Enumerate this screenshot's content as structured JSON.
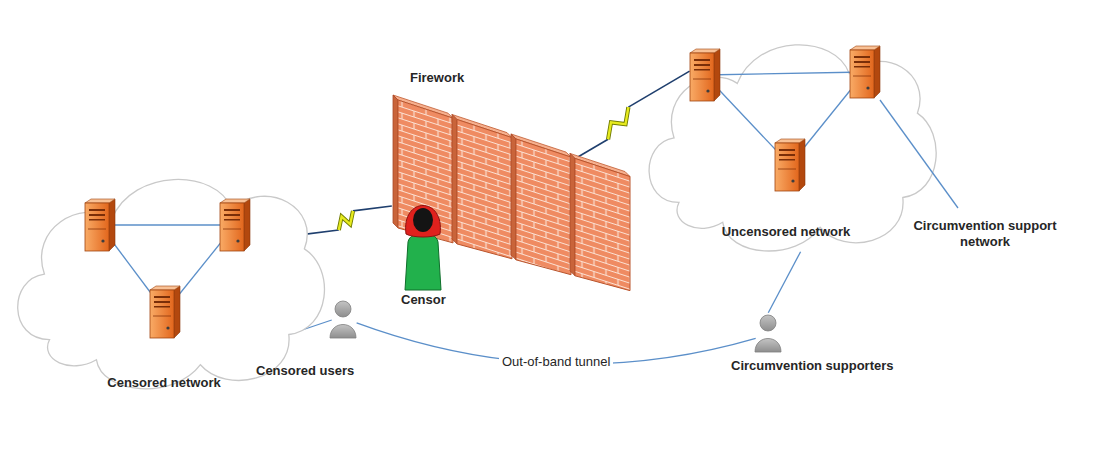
{
  "diagram": {
    "nodes": [
      {
        "text": [
          "Censored network"
        ]
      },
      {
        "text": [
          "Firework"
        ]
      },
      {
        "text": [
          "Censor"
        ]
      },
      {
        "text": [
          "Uncensored network"
        ]
      },
      {
        "text": [
          "Censored users"
        ]
      },
      {
        "text": [
          "Circumvention supporters"
        ]
      }
    ],
    "edges": [
      {
        "from": 0,
        "to": 1,
        "arrow": "none"
      },
      {
        "from": 1,
        "to": 3,
        "arrow": "none"
      },
      {
        "from": 0,
        "to": 4,
        "arrow": "none"
      },
      {
        "from": 4,
        "to": 5,
        "label": "Out-of-band tunnel",
        "arrow": "none"
      },
      {
        "from": 5,
        "to": 3,
        "arrow": "none"
      }
    ],
    "labels": [
      "Circumvention support network"
    ]
  }
}
